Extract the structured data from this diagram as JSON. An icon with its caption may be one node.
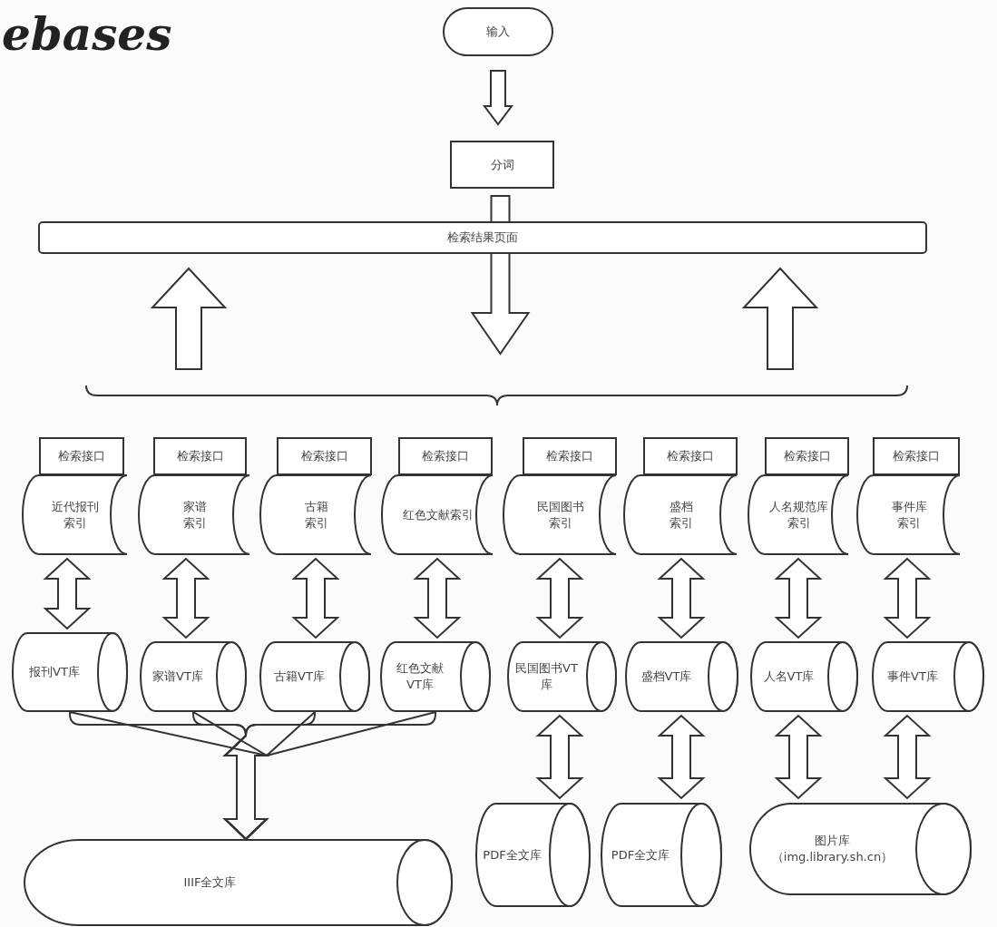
{
  "diagram": {
    "nodes": [
      {
        "text": [
          "输入"
        ]
      },
      {
        "text": [
          "分词"
        ]
      },
      {
        "text": [
          "检索结果页面"
        ]
      },
      {
        "text": [
          "检索接口"
        ]
      },
      {
        "text": [
          "检索接口"
        ]
      },
      {
        "text": [
          "检索接口"
        ]
      },
      {
        "text": [
          "检索接口"
        ]
      },
      {
        "text": [
          "检索接口"
        ]
      },
      {
        "text": [
          "检索接口"
        ]
      },
      {
        "text": [
          "检索接口"
        ]
      },
      {
        "text": [
          "检索接口"
        ]
      },
      {
        "text": [
          "近代报刊索引"
        ]
      },
      {
        "text": [
          "家谱索引"
        ]
      },
      {
        "text": [
          "古籍索引"
        ]
      },
      {
        "text": [
          "红色文献索引"
        ]
      },
      {
        "text": [
          "民国图书索引"
        ]
      },
      {
        "text": [
          "盛档索引"
        ]
      },
      {
        "text": [
          "人名规范库索引"
        ]
      },
      {
        "text": [
          "事件库索引"
        ]
      },
      {
        "text": [
          "报刊VT库"
        ]
      },
      {
        "text": [
          "家谱VT库"
        ]
      },
      {
        "text": [
          "古籍VT库"
        ]
      },
      {
        "text": [
          "红色文献VT库"
        ]
      },
      {
        "text": [
          "民国图书VT库"
        ]
      },
      {
        "text": [
          "盛档VT库"
        ]
      },
      {
        "text": [
          "人名VT库"
        ]
      },
      {
        "text": [
          "事件VT库"
        ]
      },
      {
        "text": [
          "IIIF全文库"
        ]
      },
      {
        "text": [
          "PDF全文库"
        ]
      },
      {
        "text": [
          "PDF全文库"
        ]
      },
      {
        "text": [
          "图片库（img.library.sh.cn）"
        ]
      }
    ],
    "edges": [
      {
        "from": 0,
        "to": 1,
        "arrow": "to"
      },
      {
        "from": 1,
        "to": null,
        "arrow": "to"
      },
      {
        "from": null,
        "to": 2,
        "arrow": "to"
      },
      {
        "from": null,
        "to": 2,
        "arrow": "to"
      },
      {
        "from": 11,
        "to": 19,
        "arrow": "both"
      },
      {
        "from": 12,
        "to": 20,
        "arrow": "both"
      },
      {
        "from": 13,
        "to": 21,
        "arrow": "both"
      },
      {
        "from": 14,
        "to": 22,
        "arrow": "both"
      },
      {
        "from": 15,
        "to": 23,
        "arrow": "both"
      },
      {
        "from": 16,
        "to": 24,
        "arrow": "both"
      },
      {
        "from": 17,
        "to": 25,
        "arrow": "both"
      },
      {
        "from": 18,
        "to": 26,
        "arrow": "both"
      },
      {
        "from": 19,
        "to": 27,
        "arrow": "to"
      },
      {
        "from": 20,
        "to": 27,
        "arrow": "to"
      },
      {
        "from": 21,
        "to": 27,
        "arrow": "to"
      },
      {
        "from": 22,
        "to": 27,
        "arrow": "to"
      },
      {
        "from": 23,
        "to": 28,
        "arrow": "both"
      },
      {
        "from": 24,
        "to": 29,
        "arrow": "both"
      },
      {
        "from": 25,
        "to": 30,
        "arrow": "both"
      },
      {
        "from": 26,
        "to": 30,
        "arrow": "both"
      }
    ],
    "labels": [
      "ebases"
    ]
  }
}
